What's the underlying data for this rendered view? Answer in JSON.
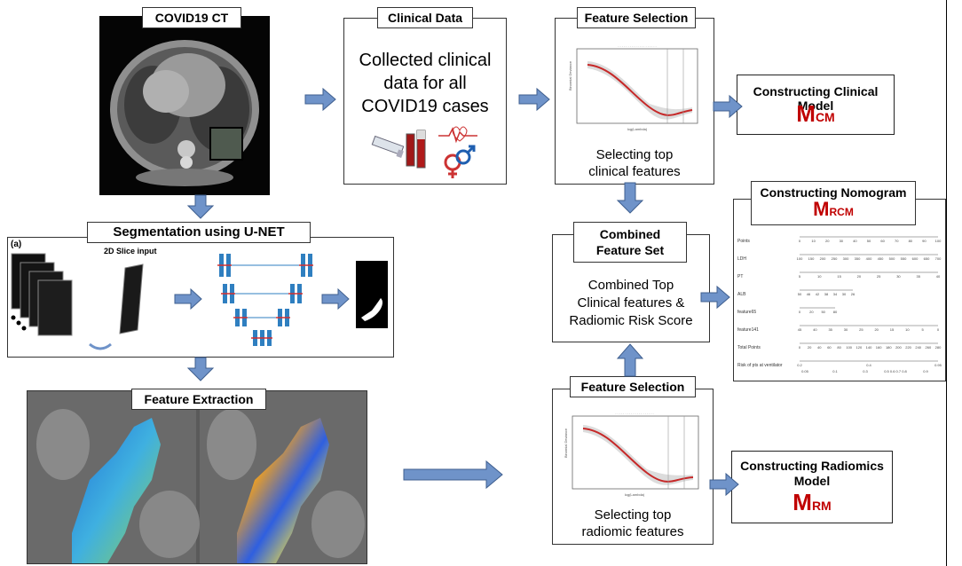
{
  "ct_panel": {
    "title": "COVID19 CT"
  },
  "clinical_data": {
    "title": "Clinical Data",
    "description_lines": [
      "Collected clinical",
      "data for all",
      "COVID19 cases"
    ]
  },
  "feature_selection_top": {
    "title": "Feature Selection",
    "caption_lines": [
      "Selecting top",
      "clinical features"
    ]
  },
  "clinical_model": {
    "title": "Constructing Clinical Model",
    "symbol": "M",
    "subscript": "CM"
  },
  "segmentation": {
    "title": "Segmentation using U-NET",
    "panel_label": "(a)",
    "input_label": "2D Slice input"
  },
  "combined": {
    "title_lines": [
      "Combined",
      "Feature Set"
    ],
    "description_lines": [
      "Combined Top",
      "Clinical features &",
      "Radiomic Risk Score"
    ]
  },
  "nomogram": {
    "title": "Constructing Nomogram",
    "symbol": "M",
    "subscript": "RCM",
    "rows": [
      {
        "label": "Points",
        "ticks": [
          "0",
          "10",
          "20",
          "30",
          "40",
          "50",
          "60",
          "70",
          "80",
          "90",
          "100"
        ]
      },
      {
        "label": "LDH",
        "ticks": [
          "100",
          "150",
          "200",
          "250",
          "300",
          "350",
          "400",
          "450",
          "500",
          "550",
          "600",
          "650",
          "700"
        ]
      },
      {
        "label": "PT",
        "ticks": [
          "5",
          "10",
          "15",
          "20",
          "25",
          "30",
          "35",
          "40"
        ]
      },
      {
        "label": "ALB",
        "ticks": [
          "50",
          "46",
          "42",
          "38",
          "34",
          "30",
          "26"
        ]
      },
      {
        "label": "feature65",
        "ticks": [
          "0",
          "20",
          "50",
          "80"
        ]
      },
      {
        "label": "feature141",
        "ticks": [
          "45",
          "40",
          "35",
          "30",
          "25",
          "20",
          "15",
          "10",
          "5",
          "0"
        ]
      },
      {
        "label": "Total Points",
        "ticks": [
          "0",
          "20",
          "40",
          "60",
          "80",
          "100",
          "120",
          "140",
          "160",
          "180",
          "200",
          "220",
          "240",
          "260",
          "280"
        ]
      },
      {
        "label": "Risk of pts at ventilator",
        "ticks": [
          "0.2",
          "0.4",
          "0.95"
        ],
        "ticks_lower": [
          "0.05",
          "0.1",
          "0.3",
          "0.5 0.6 0.7 0.8",
          "0.9"
        ]
      }
    ]
  },
  "feature_extraction": {
    "title": "Feature Extraction"
  },
  "feature_selection_bottom": {
    "title": "Feature Selection",
    "caption_lines": [
      "Selecting top",
      "radiomic features"
    ]
  },
  "radiomics_model": {
    "title_lines": [
      "Constructing Radiomics",
      "Model"
    ],
    "symbol": "M",
    "subscript": "RM"
  },
  "colors": {
    "arrow_fill": "#6f93c9",
    "arrow_stroke": "#3f5f8f",
    "model_red": "#c00000"
  }
}
